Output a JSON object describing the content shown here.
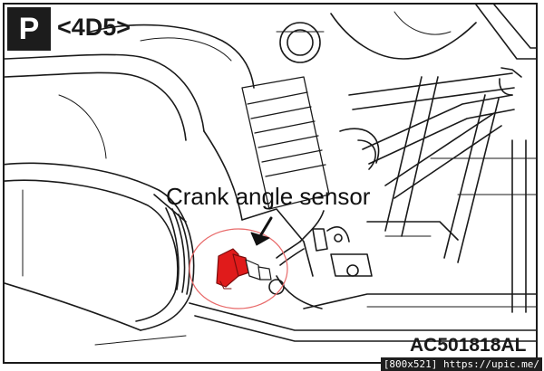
{
  "badge": {
    "letter": "P"
  },
  "engine_code": "<4D5>",
  "callout": {
    "label": "Crank angle sensor"
  },
  "figure_id": "AC501818AL",
  "watermark": "[800x521] https://upic.me/",
  "colors": {
    "line": "#1a1a1a",
    "highlight_red": "#e01b1b",
    "highlight_ring": "#e86a6a",
    "badge_bg": "#1c1c1c",
    "paper": "#ffffff"
  }
}
